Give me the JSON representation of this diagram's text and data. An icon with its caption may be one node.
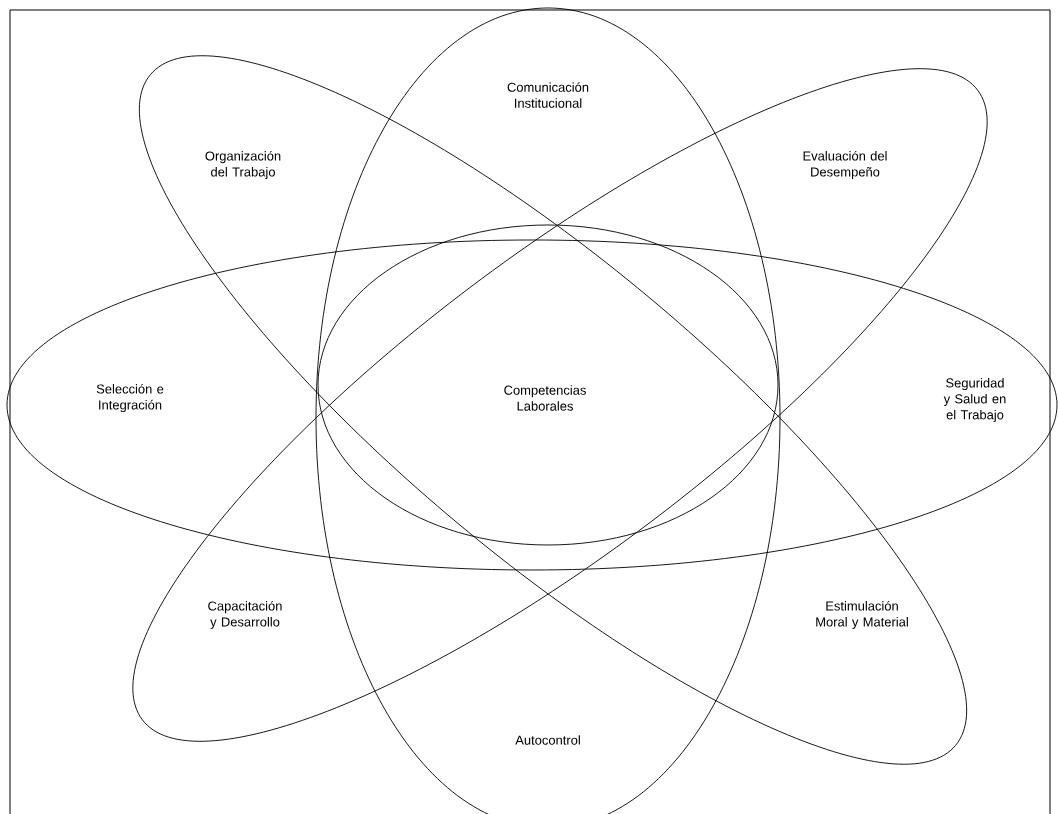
{
  "diagram": {
    "nodes": [
      {
        "text": [
          "Comunicación Institucional",
          "Autocontrol"
        ]
      },
      {
        "text": [
          "Organización del Trabajo",
          "Estimulación Moral y Material"
        ]
      },
      {
        "text": [
          "Evaluación del Desempeño",
          "Capacitación y Desarrollo"
        ]
      },
      {
        "text": [
          "Selección e Integración",
          "Seguridad y Salud en el Trabajo"
        ]
      },
      {
        "text": [
          "Competencias Laborales"
        ]
      }
    ]
  }
}
